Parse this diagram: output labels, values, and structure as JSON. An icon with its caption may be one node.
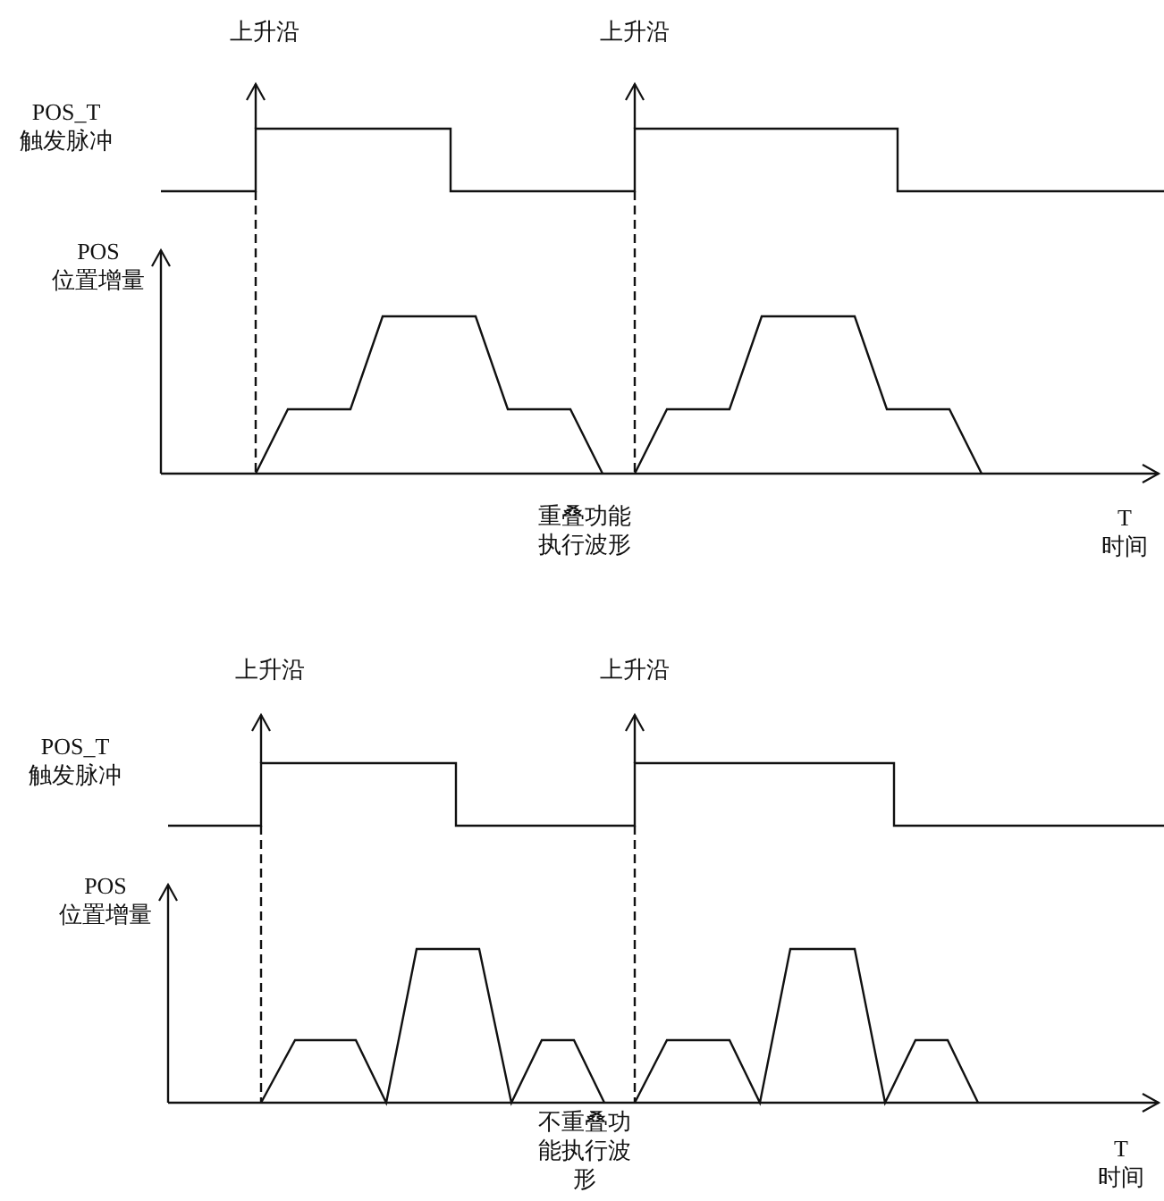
{
  "diagram": {
    "labels": [
      "上升沿",
      "上升沿",
      "POS_T 触发脉冲",
      "POS 位置增量",
      "重叠功能执行波形",
      "T 时间",
      "上升沿",
      "上升沿",
      "POS_T 触发脉冲",
      "POS 位置增量",
      "不重叠功能执行波形",
      "T 时间"
    ]
  }
}
